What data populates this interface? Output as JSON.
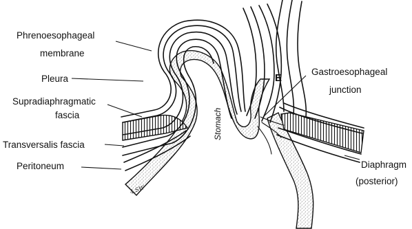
{
  "labels": {
    "phrenoesophageal_membrane_line1": "Phrenoesophageal",
    "phrenoesophageal_membrane_line2": "membrane",
    "pleura": "Pleura",
    "supradiaphragmatic_fascia_line1": "Supradiaphragmatic",
    "supradiaphragmatic_fascia_line2": "fascia",
    "transversalis_fascia": "Transversalis fascia",
    "peritoneum": "Peritoneum",
    "stomach": "Stomach",
    "esophagus_marker": "E",
    "gastroesophageal_junction_line1": "Gastroesophageal",
    "gastroesophageal_junction_line2": "junction",
    "diaphragm_line1": "Diaphragm",
    "diaphragm_line2": "(posterior)"
  },
  "artist_signature": "4.SW",
  "colors": {
    "ink": "#111111",
    "paper": "#ffffff",
    "stipple": "#555555"
  }
}
